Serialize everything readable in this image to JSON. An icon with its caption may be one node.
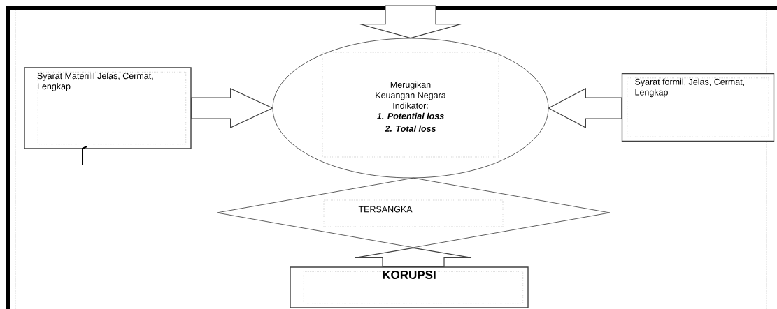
{
  "diagram": {
    "nodes": [
      {
        "text": [
          "Syarat Materilil Jelas, Cermat, Lengkap"
        ]
      },
      {
        "text": [
          "Merugikan Keuangan Negara Indikator:",
          "1. Potential loss",
          "2. Total loss"
        ]
      },
      {
        "text": [
          "Syarat formil, Jelas, Cermat, Lengkap"
        ]
      },
      {
        "text": [
          "TERSANGKA"
        ]
      },
      {
        "text": [
          "KORUPSI"
        ]
      }
    ],
    "edges": [
      {
        "from": null,
        "to": 1,
        "arrow": "to"
      },
      {
        "from": 0,
        "to": 1,
        "arrow": "to"
      },
      {
        "from": 2,
        "to": 1,
        "arrow": "to"
      },
      {
        "from": 4,
        "to": 3,
        "arrow": "to"
      }
    ]
  }
}
